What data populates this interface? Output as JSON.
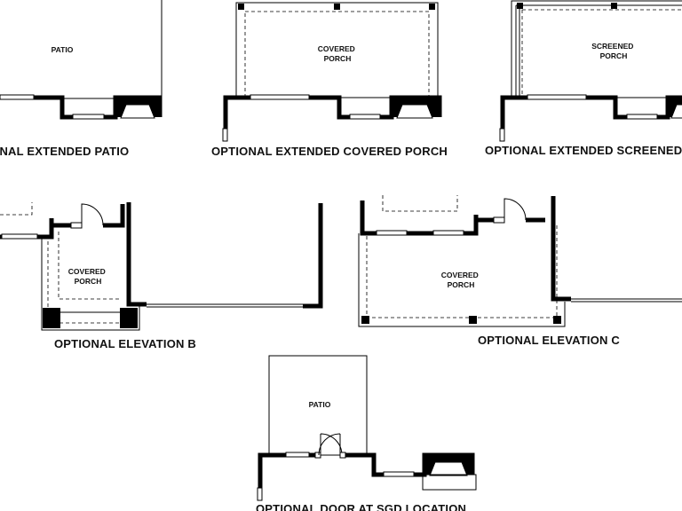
{
  "plans": [
    {
      "room_label": "PATIO",
      "caption": "OPTIONAL EXTENDED PATIO"
    },
    {
      "room_label": "COVERED PORCH",
      "caption": "OPTIONAL EXTENDED COVERED PORCH"
    },
    {
      "room_label": "SCREENED PORCH",
      "caption": "OPTIONAL EXTENDED SCREENED PORCH"
    },
    {
      "room_label": "COVERED PORCH",
      "caption": "OPTIONAL ELEVATION B"
    },
    {
      "room_label": "COVERED PORCH",
      "caption": "OPTIONAL ELEVATION C"
    },
    {
      "room_label": "PATIO",
      "caption": "OPTIONAL DOOR AT SGD LOCATION"
    }
  ]
}
